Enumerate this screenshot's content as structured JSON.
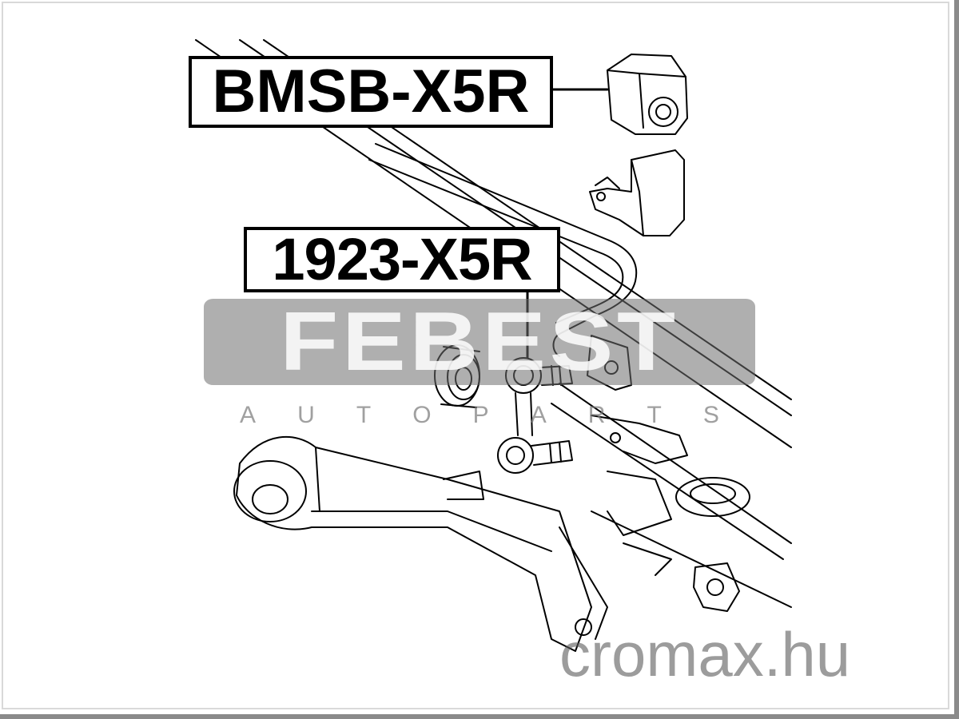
{
  "labels": {
    "part_1": "BMSB-X5R",
    "part_2": "1923-X5R"
  },
  "watermarks": {
    "brand": "FEBEST",
    "brand_sub": "AUTO PARTS",
    "site": "cromax.hu"
  },
  "colors": {
    "line": "#000000",
    "frame": "#8a8a8a",
    "watermark": "#6e6e6e"
  }
}
